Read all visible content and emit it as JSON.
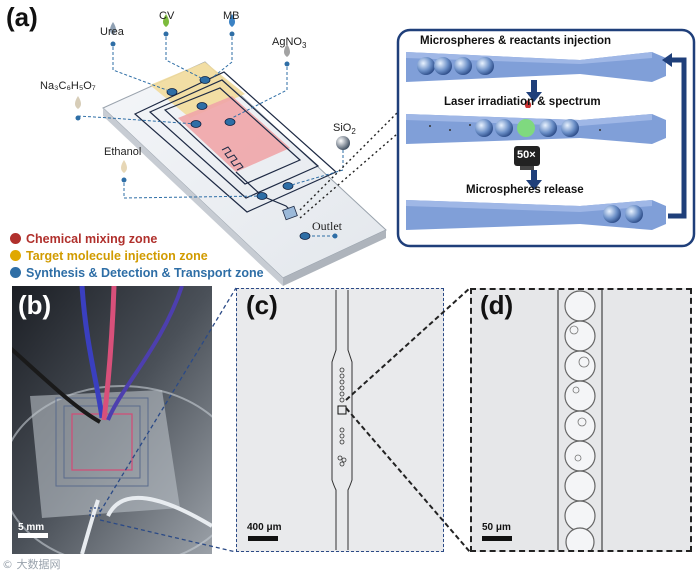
{
  "panels": {
    "a": "(a)",
    "b": "(b)",
    "c": "(c)",
    "d": "(d)"
  },
  "reagents": {
    "urea": "Urea",
    "cv": "CV",
    "mb": "MB",
    "agno3_main": "AgNO",
    "agno3_sub": "3",
    "citrate": "Na₃C₆H₅O₇",
    "ethanol": "Ethanol",
    "sio2_main": "SiO",
    "sio2_sub": "2",
    "outlet": "Outlet"
  },
  "legend": [
    {
      "label": "Chemical mixing zone",
      "color": "#b0302c"
    },
    {
      "label": "Target molecule injection zone",
      "color": "#e0a800"
    },
    {
      "label": "Synthesis & Detection & Transport zone",
      "color": "#2e6ea6"
    }
  ],
  "steps": {
    "step1": "Microspheres & reactants injection",
    "step2": "Laser irradiation & spectrum",
    "objective": "50×",
    "step3": "Microspheres release"
  },
  "scalebars": {
    "b": "5 mm",
    "c": "400 μm",
    "d": "50 μm"
  },
  "watermark": "© 大数据网"
}
